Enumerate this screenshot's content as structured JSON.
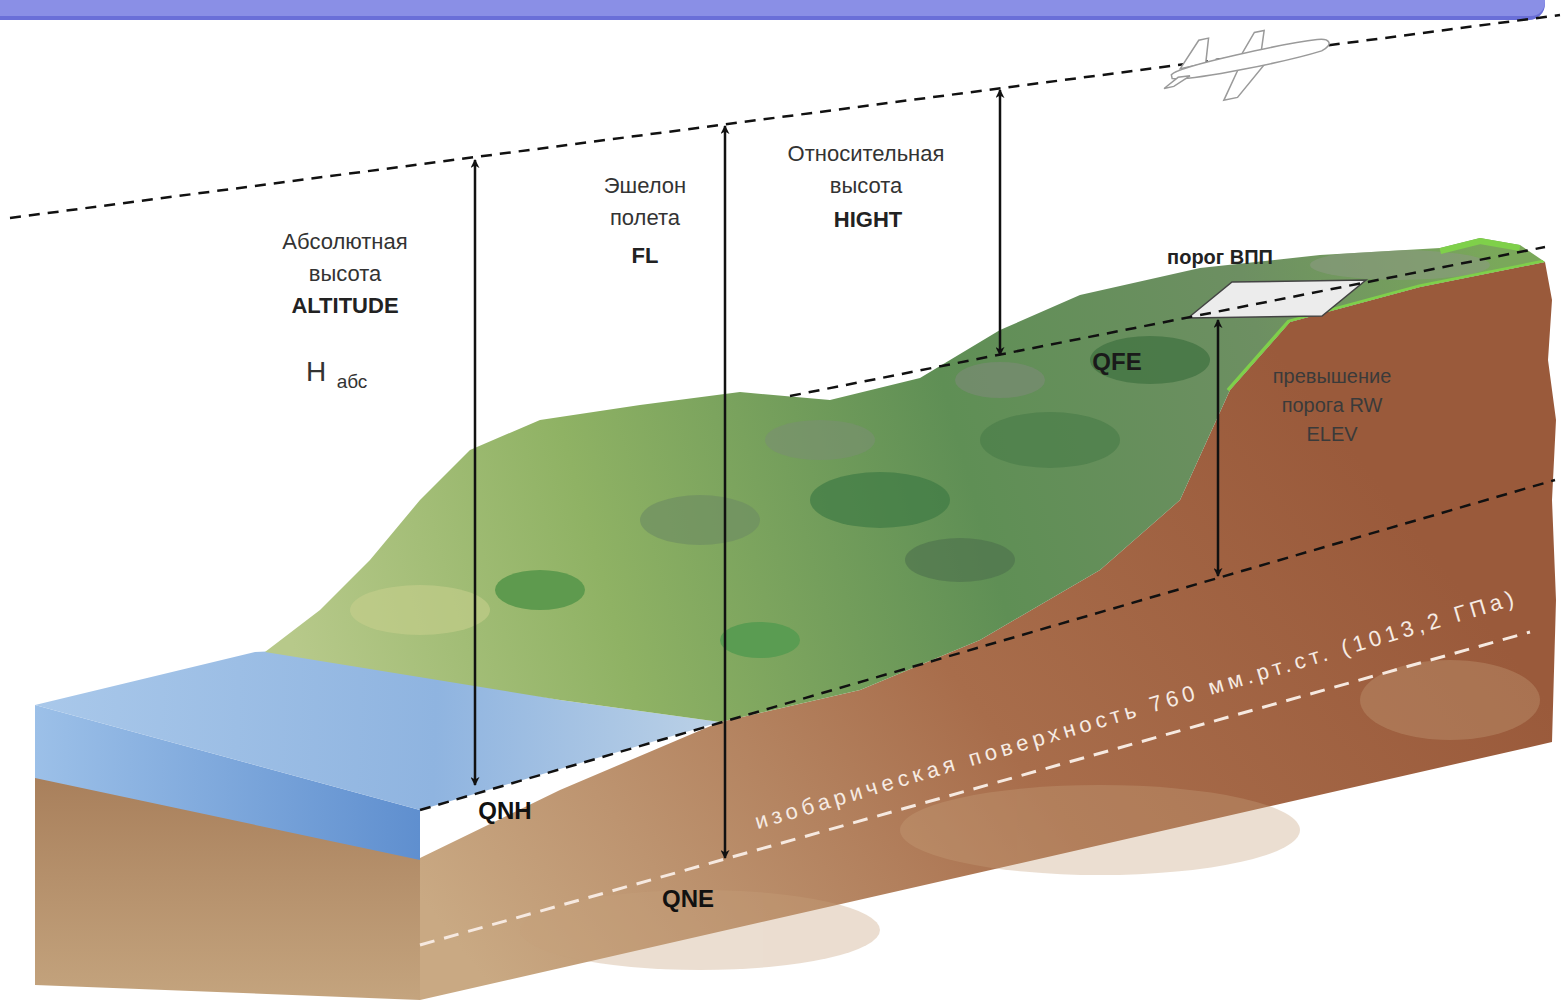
{
  "diagram": {
    "labels": [
      "Абсолютная высота",
      "ALTITUDE",
      "Н",
      "абс",
      "Эшелон полета",
      "FL",
      "Относительная высота",
      "HIGHT",
      "порог ВПП",
      "QFE",
      "превышение порога RW ELEV",
      "QNH",
      "QNE",
      "изобарическая поверхность 760 мм.рт.ст. (1013,2 ГПа)"
    ]
  }
}
